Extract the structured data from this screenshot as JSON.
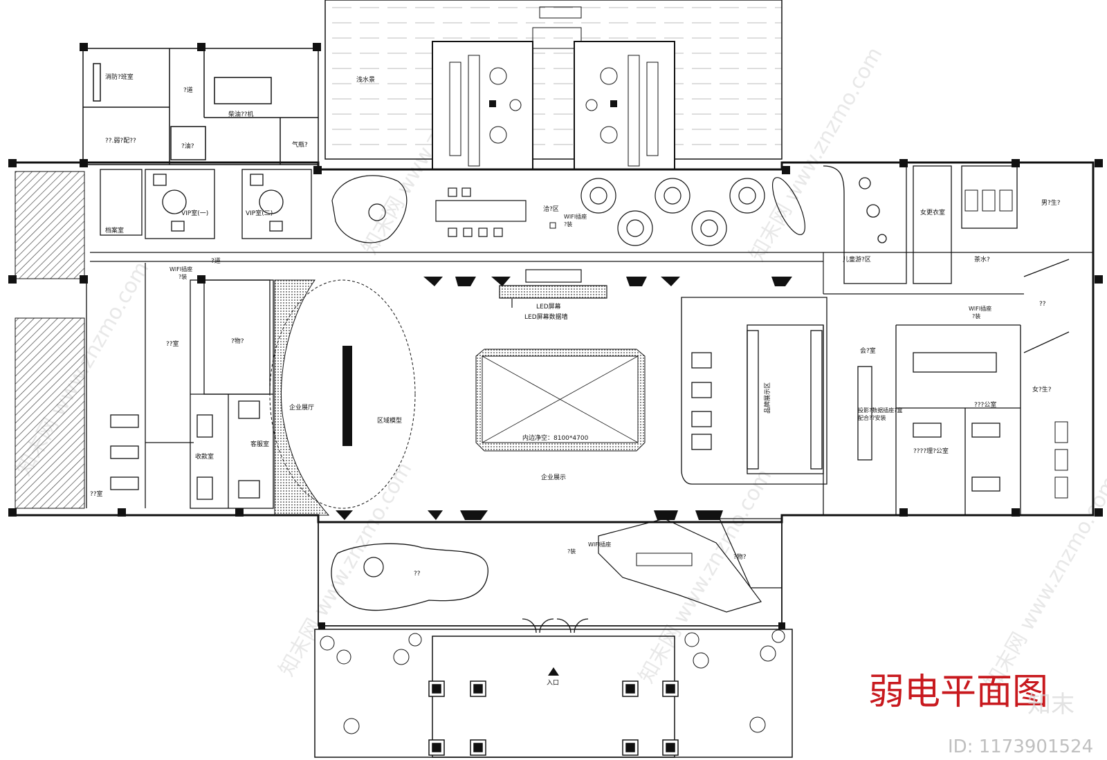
{
  "title": "弱电平面图",
  "watermark": {
    "text": "知末网 www.znzmo.com",
    "logo": "知末",
    "id_label": "ID: 1173901524"
  },
  "colors": {
    "line": "#111111",
    "title": "#c8191e",
    "hatch": "#444444",
    "id": "#bfbfbf"
  },
  "rooms": {
    "fire_control": "消防?班室",
    "pass_a": "?道",
    "diesel": "柴油??机",
    "dist": "??.弱?配??",
    "oil": "?油?",
    "gas": "气瓶?",
    "archive": "档案室",
    "vip1": "VIP室(一)",
    "vip2": "VIP室(二)",
    "shallow_water": "浅水景",
    "negotiation": "洽?区",
    "pass_b": "?道",
    "office_a": "??室",
    "storage_a": "?物?",
    "office_b": "??室",
    "cashier": "收款室",
    "reception": "客服室",
    "corp_hall": "企业展厅",
    "sand_table": "区域模型",
    "led_screen": "LED屏幕",
    "led_wall": "LED屏幕数据墙",
    "inner_clear": "内边净空：8100*4700",
    "corp_display": "企业展示",
    "pool": "??",
    "storage_b": "?物?",
    "entrance": "入口",
    "brand_display": "品牌展示区",
    "kids": "儿童游?区",
    "female_locker": "女更衣室",
    "tea": "茶水?",
    "male_wc": "男?生?",
    "pass_c": "??",
    "meeting": "会?室",
    "meeting_note1": "投影?数据插座?盒",
    "meeting_note2": "配合??安装",
    "office_c": "???公室",
    "manager": "????理?公室",
    "female_wc": "女?生?"
  },
  "annotations": {
    "wifi_label": "WIFI插座",
    "install_label": "?装",
    "wifi_count": 4
  }
}
